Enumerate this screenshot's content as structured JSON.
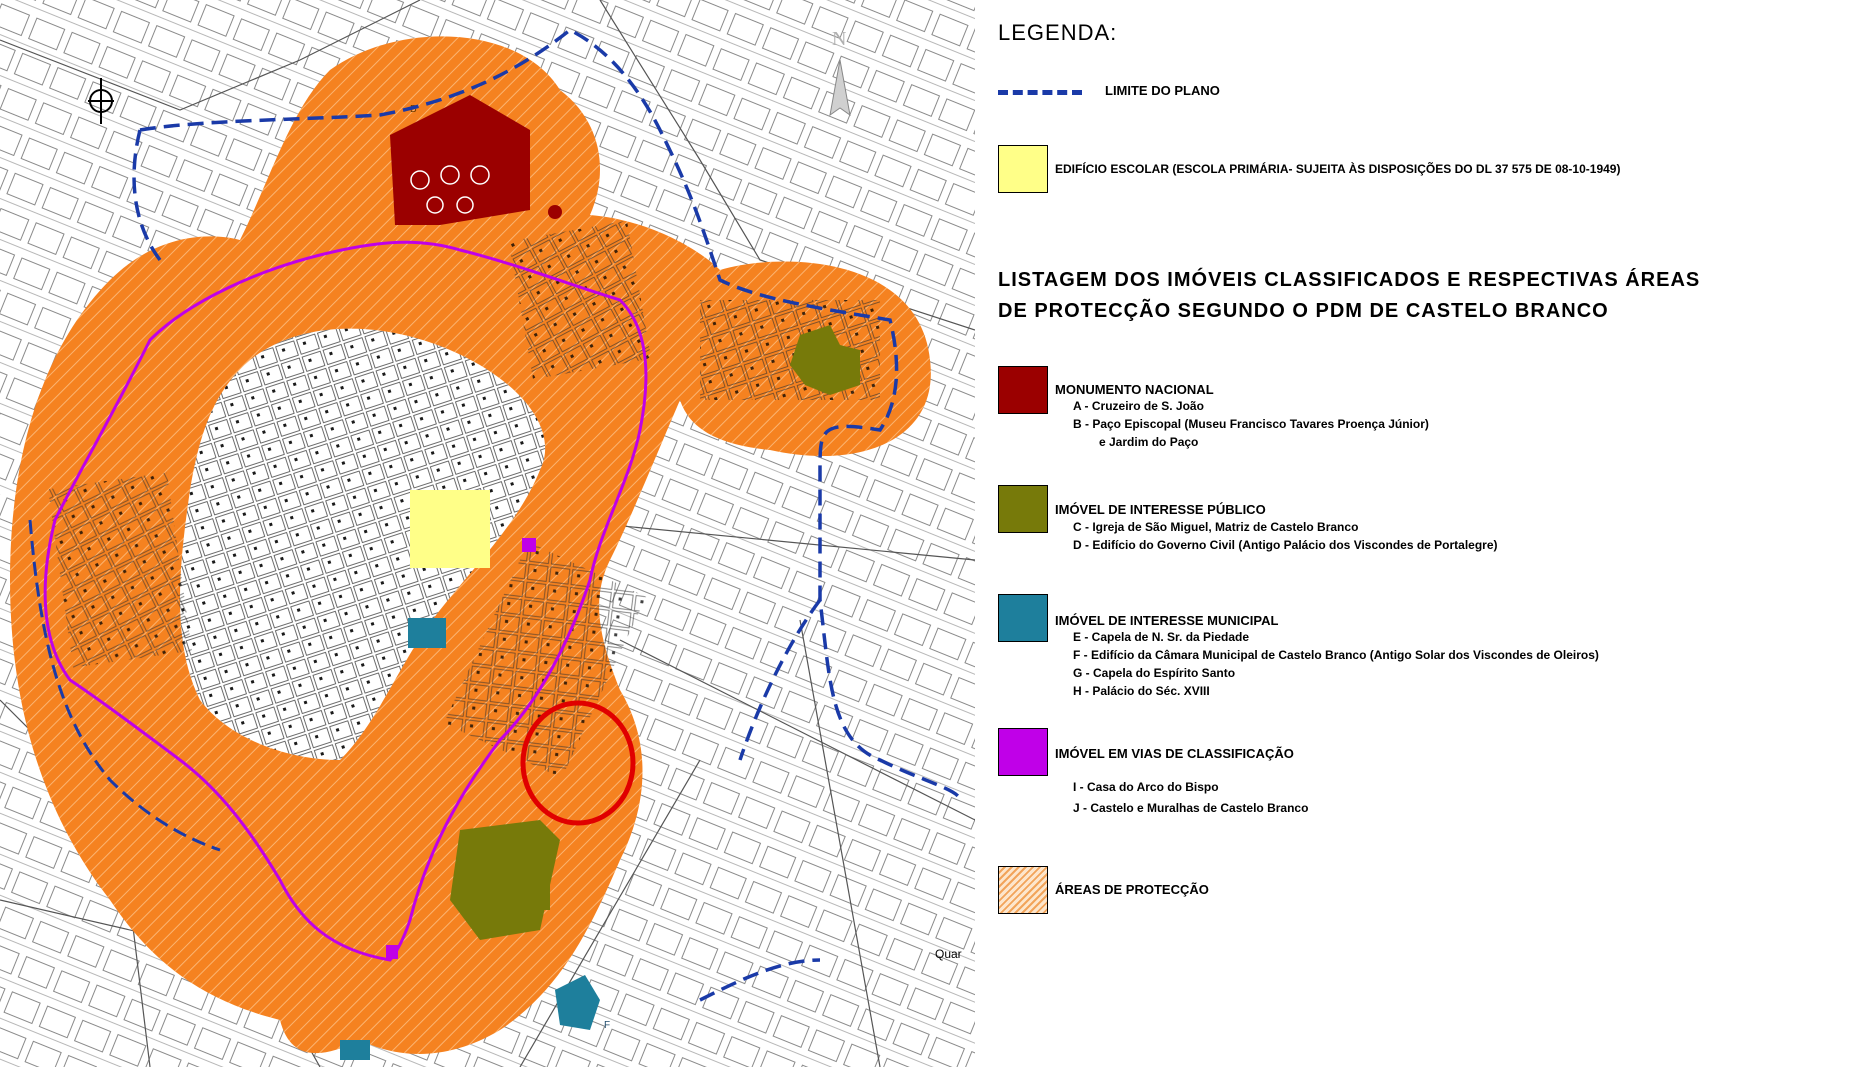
{
  "map": {
    "north_label": "N",
    "street_label": "Quar",
    "parcel_letters": [
      "B",
      "F"
    ],
    "colors": {
      "protection_orange": "#f58220",
      "plan_limit_blue": "#1a3aa8",
      "monument_red": "#9b0000",
      "public_olive": "#777a0a",
      "municipal_teal": "#1e7f9c",
      "classification_purple": "#c000e8",
      "school_yellow": "#ffff88",
      "highlight_circle": "#e00000"
    }
  },
  "legend": {
    "title": "LEGENDA:",
    "plan_limit": {
      "label": "LIMITE DO PLANO",
      "color": "#1a3aa8"
    },
    "school": {
      "label": "EDIFÍCIO ESCOLAR (ESCOLA PRIMÁRIA- SUJEITA ÀS DISPOSIÇÕES DO   DL  37 575 DE 08-10-1949)",
      "color": "#ffff88"
    },
    "listing_title_line1": "LISTAGEM DOS IMÓVEIS CLASSIFICADOS E RESPECTIVAS ÁREAS",
    "listing_title_line2": "DE PROTECÇÃO SEGUNDO O PDM DE CASTELO BRANCO",
    "categories": [
      {
        "title": "MONUMENTO NACIONAL",
        "color": "#9b0000",
        "items": [
          "A - Cruzeiro de S. João",
          "B - Paço Episcopal (Museu Francisco Tavares Proença Júnior)",
          "e Jardim do Paço"
        ]
      },
      {
        "title": "IMÓVEL DE INTERESSE PÚBLICO",
        "color": "#777a0a",
        "items": [
          "C - Igreja de São Miguel, Matriz de Castelo Branco",
          "D - Edifício do Governo Civil (Antigo Palácio dos Viscondes de Portalegre)"
        ]
      },
      {
        "title": "IMÓVEL DE INTERESSE MUNICIPAL",
        "color": "#1e7f9c",
        "items": [
          "E - Capela de N. Sr. da Piedade",
          "F - Edifício da Câmara Municipal de Castelo Branco (Antigo Solar dos Viscondes de Oleiros)",
          "G - Capela do Espírito Santo",
          "H - Palácio do Séc. XVIII"
        ]
      },
      {
        "title": "IMÓVEL EM VIAS DE CLASSIFICAÇÃO",
        "color": "#c000e8",
        "items": [
          "I - Casa do Arco do Bispo",
          "J - Castelo e Muralhas de Castelo Branco"
        ]
      }
    ],
    "protection": {
      "label": "ÁREAS DE PROTECÇÃO"
    }
  }
}
